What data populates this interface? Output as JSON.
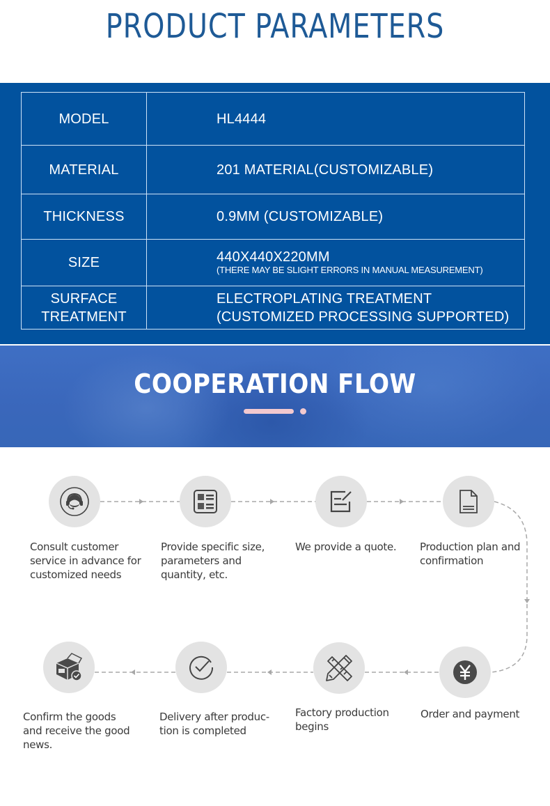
{
  "header": {
    "title": "PRODUCT PARAMETERS"
  },
  "parameters": {
    "rows": [
      {
        "label": "MODEL",
        "value": "HL4444"
      },
      {
        "label": "MATERIAL",
        "value": "201 MATERIAL(CUSTOMIZABLE)"
      },
      {
        "label": "THICKNESS",
        "value": "0.9MM (CUSTOMIZABLE)"
      },
      {
        "label": "SIZE",
        "value": "440X440X220MM",
        "note": "(THERE MAY BE SLIGHT ERRORS IN MANUAL MEASUREMENT)"
      },
      {
        "label_line1": "SURFACE",
        "label_line2": "TREATMENT",
        "value_line1": "ELECTROPLATING TREATMENT",
        "value_line2": "(CUSTOMIZED PROCESSING SUPPORTED)"
      }
    ]
  },
  "cooperation": {
    "title": "COOPERATION FLOW",
    "steps": [
      {
        "icon": "customer-service-headset-icon",
        "caption": "Consult customer\nservice in advance for\ncustomized needs"
      },
      {
        "icon": "spec-list-icon",
        "caption": "Provide specific size,\nparameters and\nquantity, etc."
      },
      {
        "icon": "quote-edit-icon",
        "caption": "We provide a quote."
      },
      {
        "icon": "document-icon",
        "caption": "Production plan and\nconfirmation"
      },
      {
        "icon": "yen-payment-icon",
        "caption": "Order and payment"
      },
      {
        "icon": "ruler-pencil-icon",
        "caption": "Factory production\nbegins"
      },
      {
        "icon": "check-circle-icon",
        "caption": "Delivery after produc-\ntion is completed"
      },
      {
        "icon": "box-check-icon",
        "caption": "Confirm the goods\nand receive the good\nnews."
      }
    ]
  },
  "colors": {
    "title_blue": "#1e5a96",
    "panel_blue": "#02529e",
    "banner_blue": "#3a67bb",
    "accent_pink": "#f2c9cf",
    "circle_gray": "#e3e3e3",
    "icon_dark": "#4a4a4a"
  }
}
